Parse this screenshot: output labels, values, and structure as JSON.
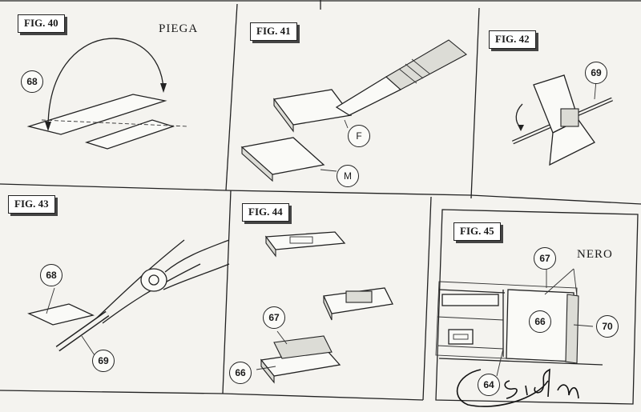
{
  "panels": {
    "fig40": {
      "title": "FIG. 40",
      "word": "PIEGA",
      "callouts": [
        "68"
      ]
    },
    "fig41": {
      "title": "FIG. 41",
      "callouts": [
        "F",
        "M"
      ]
    },
    "fig42": {
      "title": "FIG. 42",
      "callouts": [
        "69"
      ]
    },
    "fig43": {
      "title": "FIG. 43",
      "callouts": [
        "68",
        "69"
      ]
    },
    "fig44": {
      "title": "FIG. 44",
      "callouts": [
        "67",
        "66"
      ]
    },
    "fig45": {
      "title": "FIG. 45",
      "word": "NERO",
      "callouts": [
        "67",
        "66",
        "70",
        "64"
      ]
    }
  },
  "signature": {
    "text": "Siebi",
    "style": "handwritten"
  },
  "colors": {
    "paper": "#f4f3ef",
    "ink": "#1a1a1a"
  }
}
